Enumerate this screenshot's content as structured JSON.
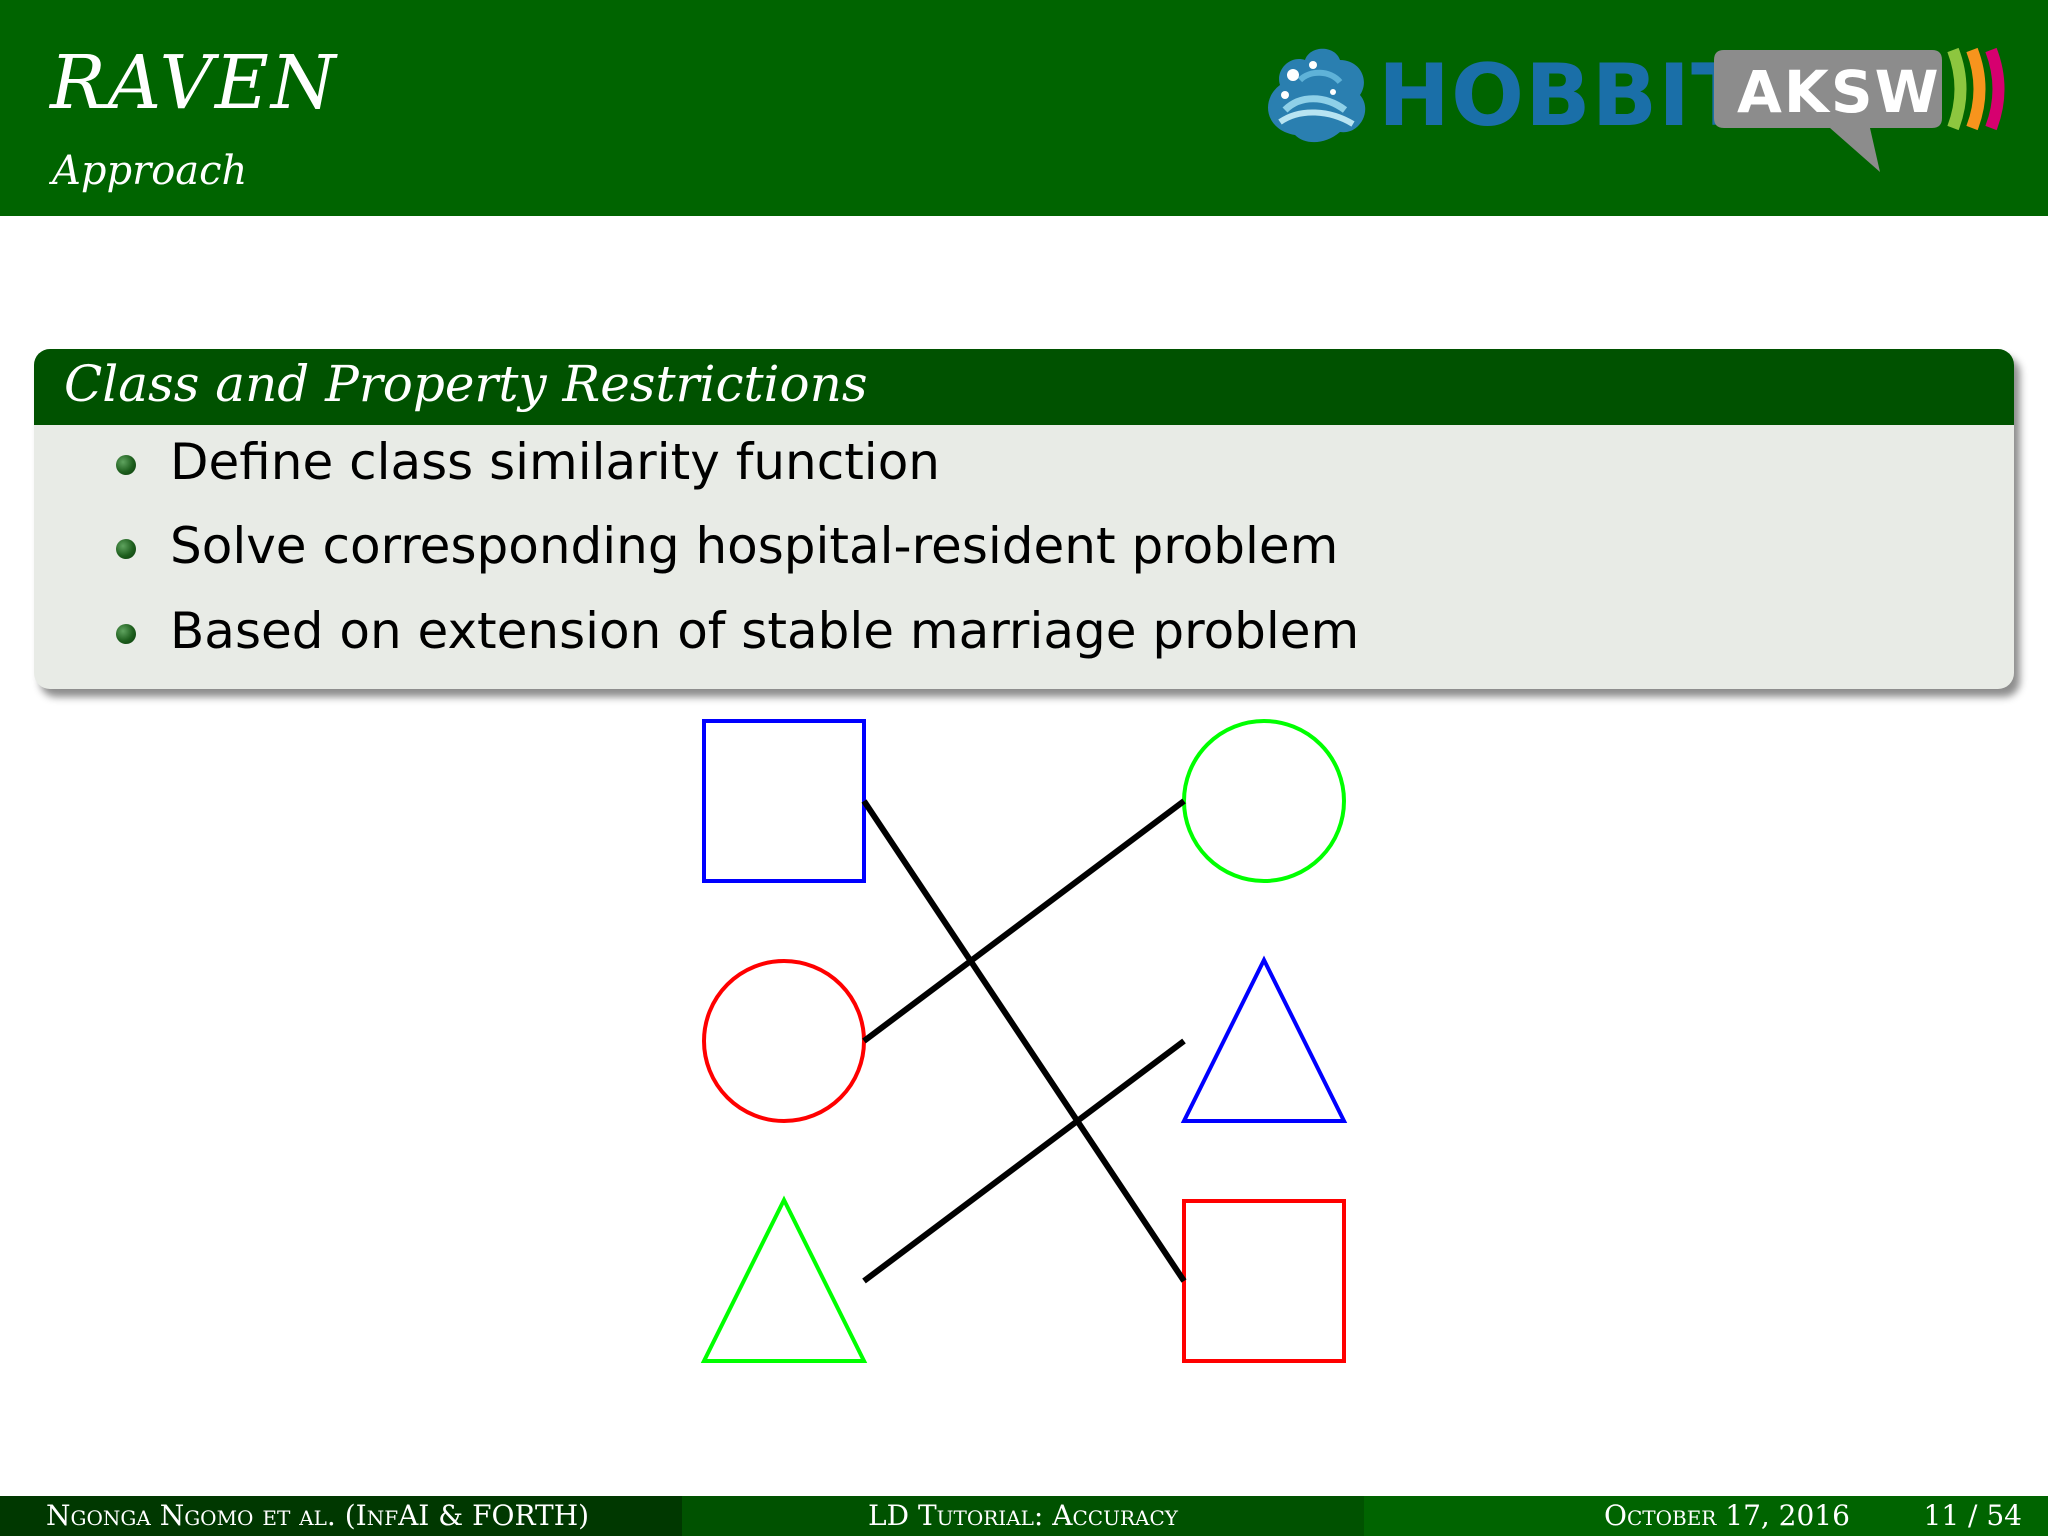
{
  "header": {
    "title": "RAVEN",
    "subtitle": "Approach"
  },
  "logos": {
    "hobbit": "HOBBIT",
    "aksw": "AKSW"
  },
  "block": {
    "title": "Class and Property Restrictions",
    "items": [
      "Define class similarity function",
      "Solve corresponding hospital-resident problem",
      "Based on extension of stable marriage problem"
    ]
  },
  "diagram": {
    "left": [
      {
        "shape": "square",
        "color": "#0000ff"
      },
      {
        "shape": "circle",
        "color": "#ff0000"
      },
      {
        "shape": "triangle",
        "color": "#00ff00"
      }
    ],
    "right": [
      {
        "shape": "circle",
        "color": "#00ff00"
      },
      {
        "shape": "triangle",
        "color": "#0000ff"
      },
      {
        "shape": "square",
        "color": "#ff0000"
      }
    ],
    "links": [
      {
        "from": "left-square",
        "to": "right-square"
      },
      {
        "from": "left-circle",
        "to": "right-circle"
      },
      {
        "from": "left-triangle",
        "to": "right-triangle"
      }
    ]
  },
  "footer": {
    "authors": "Ngonga Ngomo et al. (InfAI & FORTH)",
    "talk": "LD Tutorial: Accuracy",
    "date": "October 17, 2016",
    "page": "11 / 54"
  },
  "colors": {
    "header_bg": "#006400",
    "block_title_bg": "#005200",
    "block_body_bg": "#e8ebe6"
  }
}
